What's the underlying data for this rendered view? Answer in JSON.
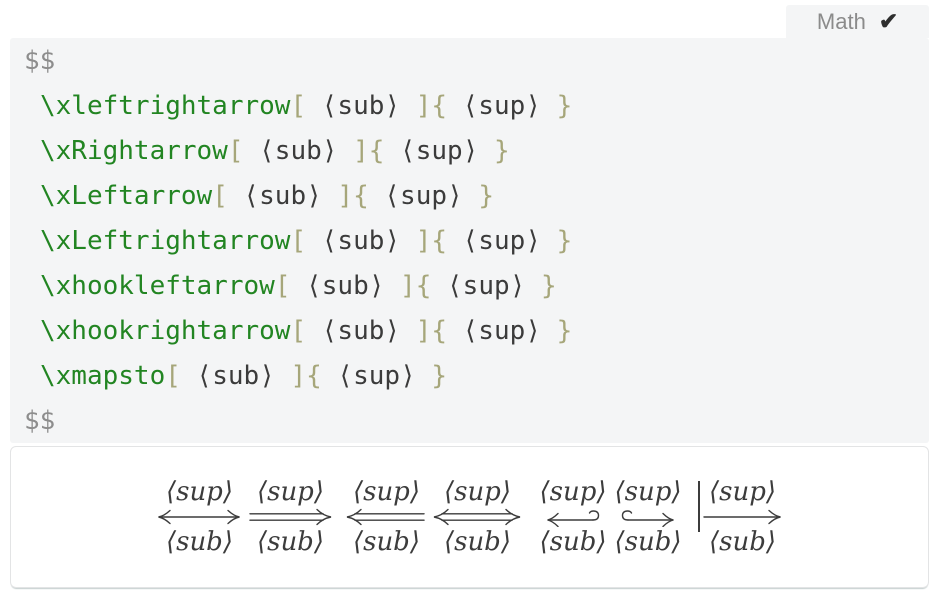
{
  "tab": {
    "label": "Math",
    "check": "✔"
  },
  "code_block": {
    "open_delim": "$$",
    "close_delim": "$$",
    "tokens": {
      "open": "[",
      "sub_arg": " ⟨sub⟩ ",
      "mid": "]{",
      "sup_arg": " ⟨sup⟩ ",
      "close": "}"
    },
    "lines": [
      {
        "cmd": "\\xleftrightarrow"
      },
      {
        "cmd": "\\xRightarrow"
      },
      {
        "cmd": "\\xLeftarrow"
      },
      {
        "cmd": "\\xLeftrightarrow"
      },
      {
        "cmd": "\\xhookleftarrow"
      },
      {
        "cmd": "\\xhookrightarrow"
      },
      {
        "cmd": "\\xmapsto"
      }
    ]
  },
  "output": {
    "arrows": [
      {
        "type": "leftrightarrow",
        "sup": "⟨sup⟩",
        "sub": "⟨sub⟩"
      },
      {
        "type": "Rightarrow",
        "sup": "⟨sup⟩",
        "sub": "⟨sub⟩"
      },
      {
        "type": "Leftarrow",
        "sup": "⟨sup⟩",
        "sub": "⟨sub⟩"
      },
      {
        "type": "Leftrightarrow",
        "sup": "⟨sup⟩",
        "sub": "⟨sub⟩"
      },
      {
        "type": "hookleftarrow",
        "sup": "⟨sup⟩",
        "sub": "⟨sub⟩"
      },
      {
        "type": "hookrightarrow",
        "sup": "⟨sup⟩",
        "sub": "⟨sub⟩"
      },
      {
        "type": "mapsto",
        "sup": "⟨sup⟩",
        "sub": "⟨sub⟩"
      }
    ]
  },
  "colors": {
    "code_background": "#f4f5f6",
    "command_green": "#228522",
    "punctuation_olive": "#a6a67a",
    "delimiter_gray": "#8d8d8d",
    "argument_dark": "#3b3b3b",
    "math_ink": "#3c3c3c",
    "tab_text_gray": "#8b8b8b",
    "check_dark": "#2e2e2e",
    "output_border": "#e3e4e5"
  }
}
